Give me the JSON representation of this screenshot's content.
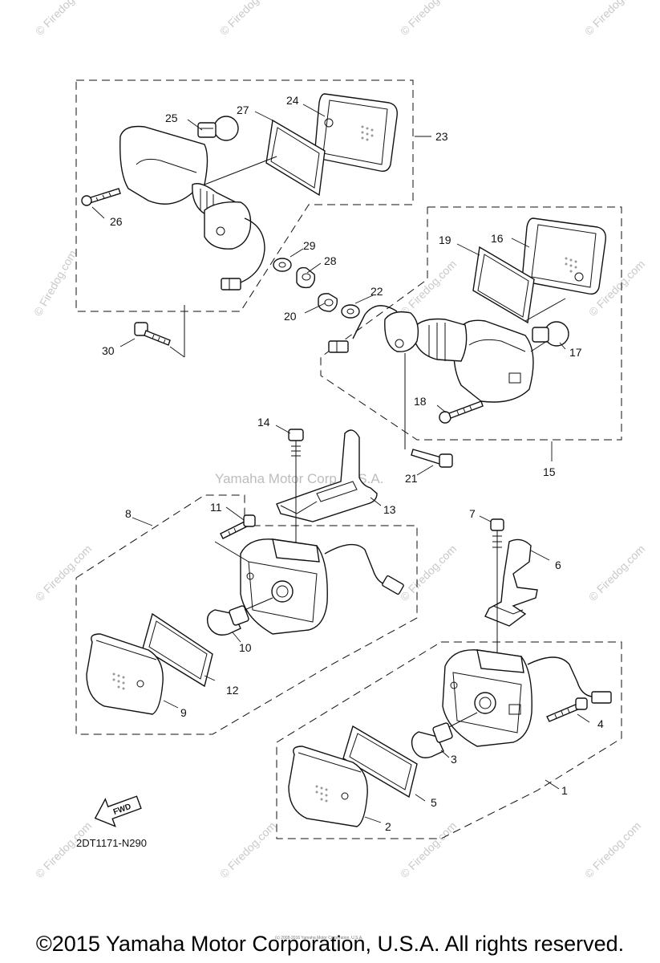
{
  "diagram": {
    "callouts": [
      "1",
      "2",
      "3",
      "4",
      "5",
      "6",
      "7",
      "8",
      "9",
      "10",
      "11",
      "12",
      "13",
      "14",
      "15",
      "16",
      "17",
      "18",
      "19",
      "20",
      "21",
      "22",
      "23",
      "24",
      "25",
      "26",
      "27",
      "28",
      "29",
      "30"
    ],
    "reference_code": "2DT1171-N290",
    "fwd_label": "FWD",
    "center_watermark": "Yamaha Motor Corp, U.S.A.",
    "side_watermark": "© Firedog.com",
    "tiny_print": "(c) 2008-2016 Yamaha Motor Corporation, U.S.A."
  },
  "footer": {
    "copyright": "©2015 Yamaha Motor Corporation, U.S.A. All rights reserved."
  }
}
